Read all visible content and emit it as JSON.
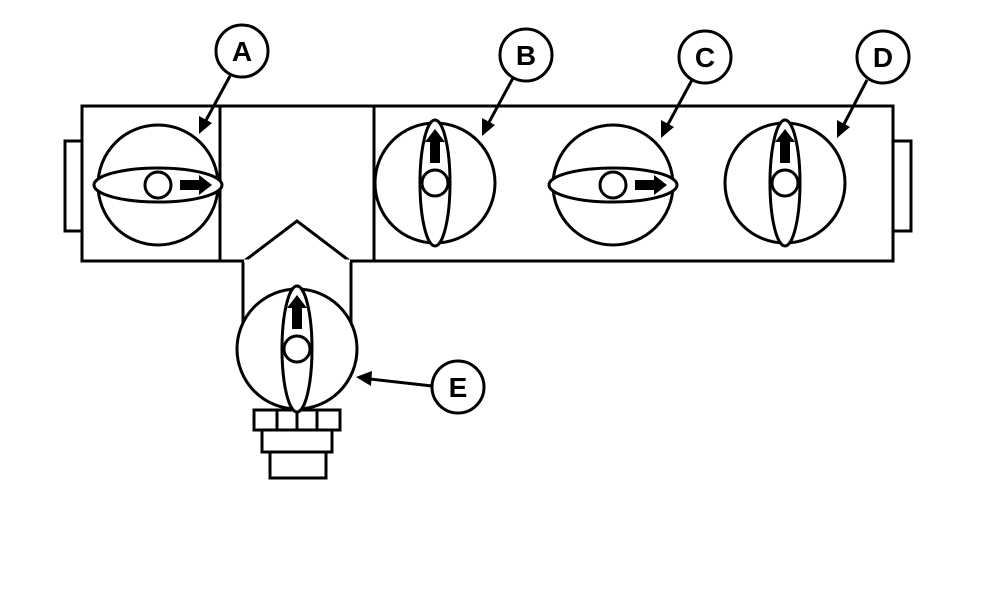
{
  "diagram": {
    "colors": {
      "ink": "#000000",
      "paper": "#ffffff"
    },
    "callouts": [
      {
        "id": "a",
        "label": "A"
      },
      {
        "id": "b",
        "label": "B"
      },
      {
        "id": "c",
        "label": "C"
      },
      {
        "id": "d",
        "label": "D"
      },
      {
        "id": "e",
        "label": "E"
      }
    ],
    "valves": [
      {
        "id": "a",
        "handle": "horizontal",
        "arrow": "right"
      },
      {
        "id": "b",
        "handle": "vertical",
        "arrow": "up"
      },
      {
        "id": "c",
        "handle": "horizontal",
        "arrow": "right"
      },
      {
        "id": "d",
        "handle": "vertical",
        "arrow": "up"
      },
      {
        "id": "e",
        "handle": "vertical",
        "arrow": "up"
      }
    ]
  }
}
